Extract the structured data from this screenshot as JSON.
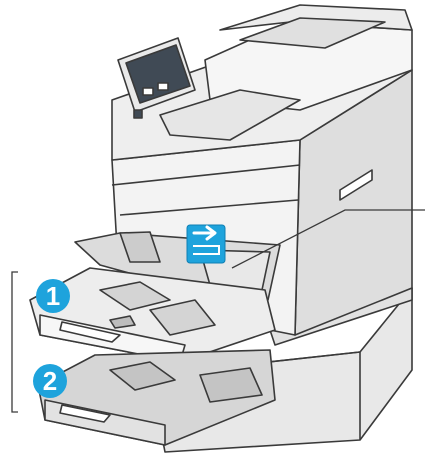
{
  "diagram": {
    "callouts": [
      {
        "id": "tray-1",
        "label": "1"
      },
      {
        "id": "tray-2",
        "label": "2"
      }
    ],
    "colors": {
      "badge": "#1ea3dc",
      "badge_text": "#ffffff",
      "line": "#3a3a3a",
      "body_light": "#f4f4f4",
      "body_shade": "#d9d9d9",
      "tray_lower": "#d6d6d6",
      "screen": "#404a55",
      "bypass_icon": "#1ea3dc"
    },
    "icons": [
      "bypass-tray-arrow-icon"
    ]
  }
}
